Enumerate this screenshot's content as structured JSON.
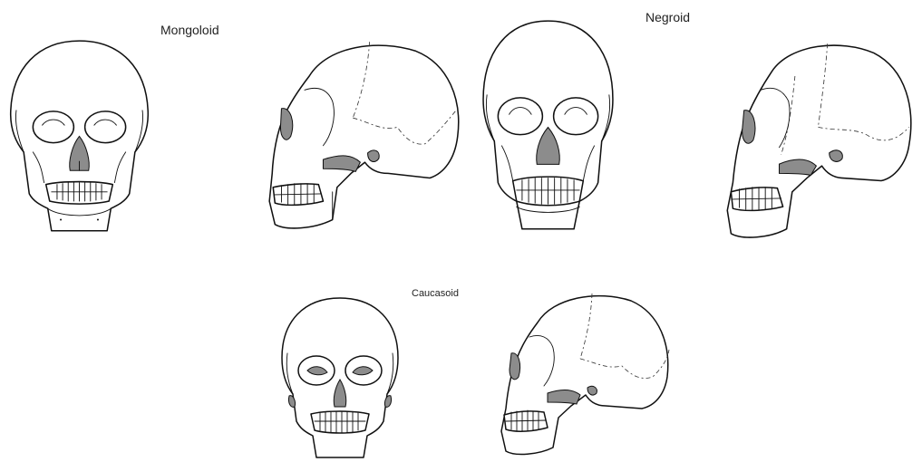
{
  "labels": {
    "mongoloid": "Mongoloid",
    "negroid": "Negroid",
    "caucasoid": "Caucasoid"
  },
  "colors": {
    "line": "#111111",
    "shade": "#8c8c8c",
    "background": "#ffffff"
  }
}
